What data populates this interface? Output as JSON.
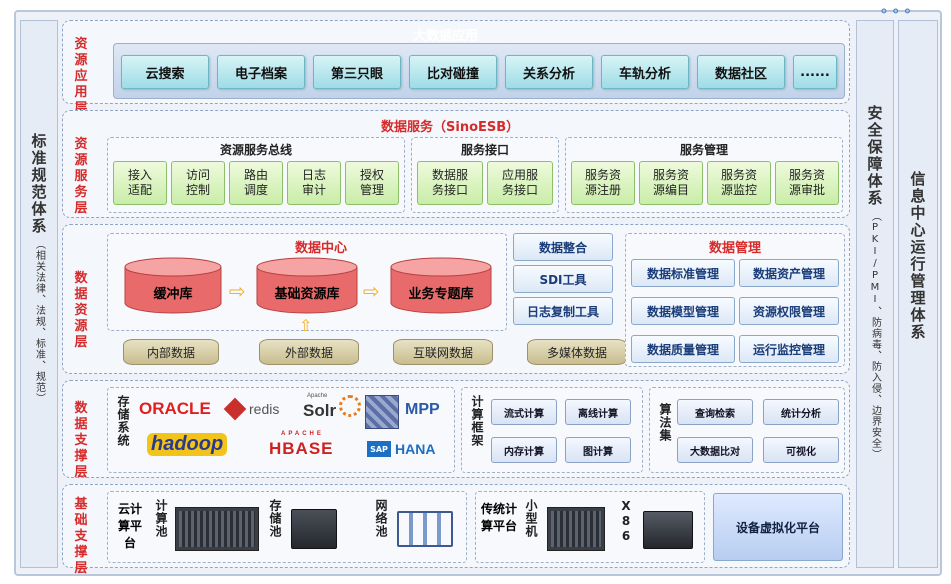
{
  "title_overlay": "大数据应用",
  "left_panel": {
    "title": "标准规范体系",
    "sub": "（相关法律、法规、标准、规范）"
  },
  "right_panel_1": {
    "title": "安全保障体系",
    "sub": "（PKI/PMI、防病毒、防入侵、边界安全）"
  },
  "right_panel_2": {
    "title": "信息中心运行管理体系"
  },
  "layers": {
    "app": {
      "name": "资源应用层",
      "items": [
        "云搜索",
        "电子档案",
        "第三只眼",
        "比对碰撞",
        "关系分析",
        "车轨分析",
        "数据社区",
        "......"
      ]
    },
    "service": {
      "name": "资源服务层",
      "header": "数据服务（SinoESB）",
      "groups": [
        {
          "title": "资源服务总线",
          "items": [
            "接入\n适配",
            "访问\n控制",
            "路由\n调度",
            "日志\n审计",
            "授权\n管理"
          ]
        },
        {
          "title": "服务接口",
          "items": [
            "数据服\n务接口",
            "应用服\n务接口"
          ]
        },
        {
          "title": "服务管理",
          "items": [
            "服务资\n源注册",
            "服务资\n源编目",
            "服务资\n源监控",
            "服务资\n源审批"
          ]
        }
      ]
    },
    "data": {
      "name": "数据资源层",
      "center_title": "数据中心",
      "dbs": [
        "缓冲库",
        "基础资源库",
        "业务专题库"
      ],
      "tools": [
        "数据整合",
        "SDI工具",
        "日志复制工具"
      ],
      "sources": [
        "内部数据",
        "外部数据",
        "互联网数据",
        "多媒体数据"
      ],
      "mgmt_title": "数据管理",
      "mgmt": [
        "数据标准管理",
        "数据资产管理",
        "数据模型管理",
        "资源权限管理",
        "数据质量管理",
        "运行监控管理"
      ]
    },
    "support": {
      "name": "数据支撑层",
      "storage_label": "存储系统",
      "logos": [
        "ORACLE",
        "redis",
        "Solr",
        "MPP",
        "hadoop",
        "HBASE",
        "HANA"
      ],
      "logo_prefix": {
        "solr": "Apache",
        "hbase": "APACHE"
      },
      "compute_label": "计算框架",
      "compute": [
        "流式计算",
        "离线计算",
        "内存计算",
        "图计算"
      ],
      "algo_label": "算法集",
      "algo": [
        "查询检索",
        "统计分析",
        "大数据比对",
        "可视化"
      ]
    },
    "infra": {
      "name": "基础支撑层",
      "cloud_label": "云计算平台",
      "pool_labels": [
        "计算池",
        "存储池",
        "网络池"
      ],
      "trad_label": "传统计算平台",
      "mini_label": "小型机",
      "x86_label": "X86",
      "virt": "设备虚拟化平台"
    }
  },
  "colors": {
    "accent_red": "#d62b2b",
    "teal_btn": "#9fdce6",
    "green_box": "#c9eda8",
    "db_red": "#e96a6a"
  }
}
